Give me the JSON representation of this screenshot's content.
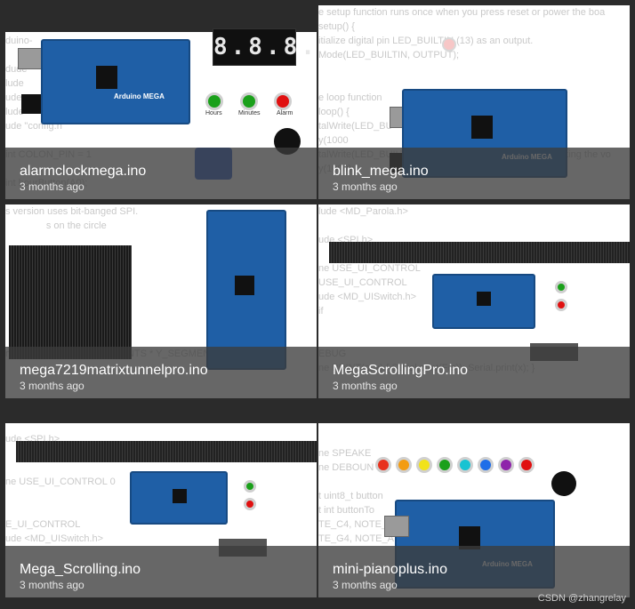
{
  "projects": [
    {
      "name": "alarmclockmega.ino",
      "time": "3 months ago",
      "code": "uino.h>\n\nduino-\n\ndude\nlude\nude\nlude\nude \"config.h\"\n\nint COLON_PIN = 1\n\nint hourButton(A0);"
    },
    {
      "name": "blink_mega.ino",
      "time": "3 months ago",
      "code": "e setup function runs once when you press reset or power the boa\nsetup() {\nitialize digital pin LED_BUILTIN (13) as an output.\nMode(LED_BUILTIN, OUTPUT);\n\n\ne loop function\nloop() {\ntalWrite(LED_BU                                       H is the volta\ny(1000\ntalWrite(LED_BUILTIN, LOW);   // turn the LED off by making the vo\ny(1000);               // wait for a second"
    },
    {
      "name": "mega7219matrixtunnelpro.ino",
      "time": "3 months ago",
      "code": "s version uses bit-banged SPI.\n               s on the circle\n\n               projects/318869\n\n\n\n\n\n\nne SEGMENTS (X_SEGMENTS * Y_SEGMENTS)"
    },
    {
      "name": "MegaScrollingPro.ino",
      "time": "3 months ago",
      "code": "lude <MD_Parola.h>\n\nude <SPI.h>\n\nne USE_UI_CONTROL\nUSE_UI_CONTROL\nude <MD_UISwitch.h>\nif\n\n\nEBUG\nne PRINT(s, x) { Serial.print(F(s)); Serial.print(x); }"
    },
    {
      "name": "Mega_Scrolling.ino",
      "time": "3 months ago",
      "code": "ude <MD_Parola.h>\n\nude <SPI.h>\n\n\nne USE_UI_CONTROL 0\n\n\nE_UI_CONTROL\nude <MD_UISwitch.h>"
    },
    {
      "name": "mini-pianoplus.ino",
      "time": "3 months ago",
      "code": "ude \"pitches.h\"\n\n\nne SPEAKE\nne DEBOUN\n\nt uint8_t button\nt int buttonTo\nTE_C4, NOTE_D4\nTE_G4, NOTE_A"
    }
  ],
  "alarm": {
    "display": "8.8.8.8",
    "buttons": [
      "Hours",
      "Minutes",
      "Alarm"
    ]
  },
  "board_label": "Arduino MEGA",
  "watermark": "CSDN @zhangrelay",
  "colors": {
    "board": "#1f5fa6",
    "overlay": "rgba(60,60,60,0.78)",
    "btn_green": "#1aa01a",
    "btn_red": "#e01010"
  },
  "piano_keys": [
    "#e8321e",
    "#f39c12",
    "#f1e21a",
    "#1aa01a",
    "#19c3d2",
    "#1e6ee8",
    "#8e24aa",
    "#e01010"
  ]
}
